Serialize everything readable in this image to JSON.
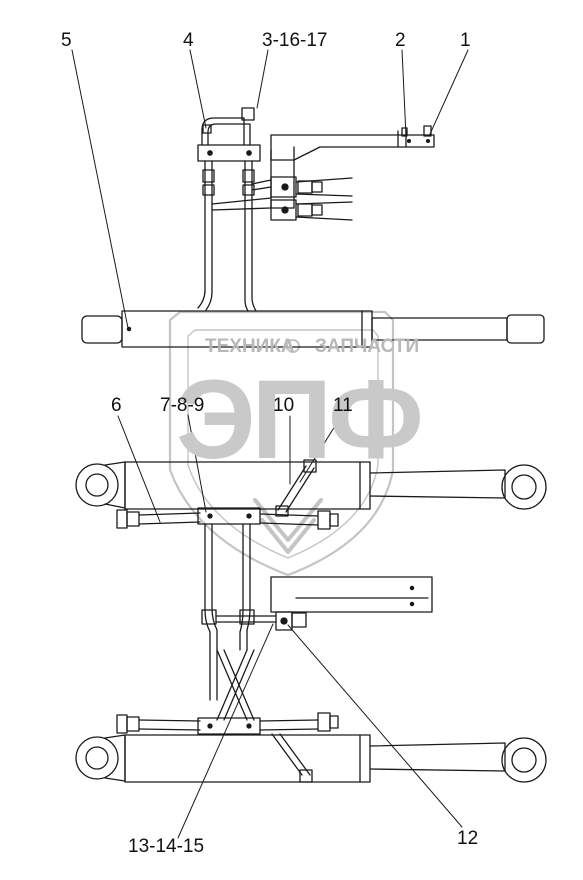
{
  "watermark": {
    "line1_left": "ТЕХНИКА",
    "line1_right": "ЗАПЧАСТИ",
    "logo": "ЭПФ",
    "color": "#b8b8b8"
  },
  "callouts": [
    {
      "id": "c5",
      "text": "5"
    },
    {
      "id": "c4",
      "text": "4"
    },
    {
      "id": "c3-16-17",
      "text": "3-16-17"
    },
    {
      "id": "c2",
      "text": "2"
    },
    {
      "id": "c1",
      "text": "1"
    },
    {
      "id": "c6",
      "text": "6"
    },
    {
      "id": "c7-8-9",
      "text": "7-8-9"
    },
    {
      "id": "c10",
      "text": "10"
    },
    {
      "id": "c11",
      "text": "11"
    },
    {
      "id": "c12",
      "text": "12"
    },
    {
      "id": "c13-14-15",
      "text": "13-14-15"
    }
  ],
  "colors": {
    "line": "#1a1a1a",
    "background": "#ffffff"
  }
}
